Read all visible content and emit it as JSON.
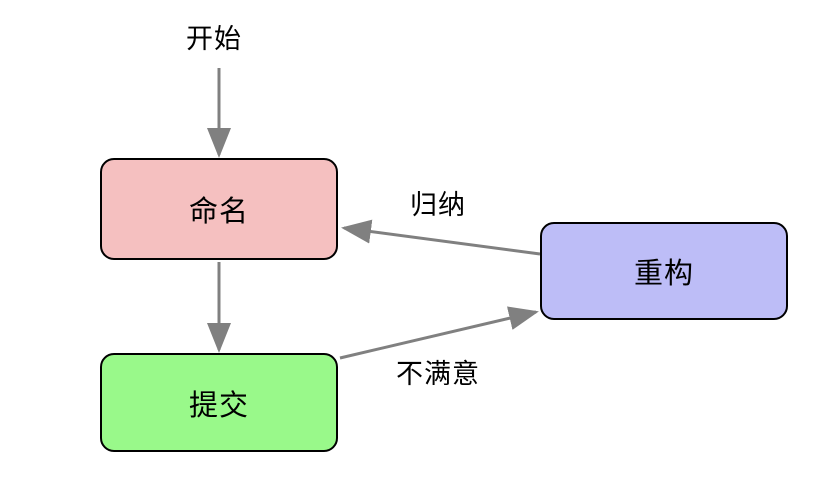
{
  "diagram": {
    "type": "flowchart",
    "title": "",
    "background_color": "#ffffff",
    "edge_color": "#808080",
    "node_border_color": "#000000",
    "nodes": [
      {
        "id": "naming",
        "label": "命名",
        "fill_color": "#f5c0c0",
        "shape": "rounded-rectangle"
      },
      {
        "id": "submit",
        "label": "提交",
        "fill_color": "#99f98a",
        "shape": "rounded-rectangle"
      },
      {
        "id": "refactor",
        "label": "重构",
        "fill_color": "#bdbdf7",
        "shape": "rounded-rectangle"
      }
    ],
    "edges": [
      {
        "id": "start-to-naming",
        "from": "start",
        "to": "naming",
        "label": "开始",
        "direction": "down"
      },
      {
        "id": "naming-to-submit",
        "from": "naming",
        "to": "submit",
        "label": "",
        "direction": "down"
      },
      {
        "id": "submit-to-refactor",
        "from": "submit",
        "to": "refactor",
        "label": "不满意",
        "direction": "up-right"
      },
      {
        "id": "refactor-to-naming",
        "from": "refactor",
        "to": "naming",
        "label": "归纳",
        "direction": "up-left"
      }
    ]
  }
}
